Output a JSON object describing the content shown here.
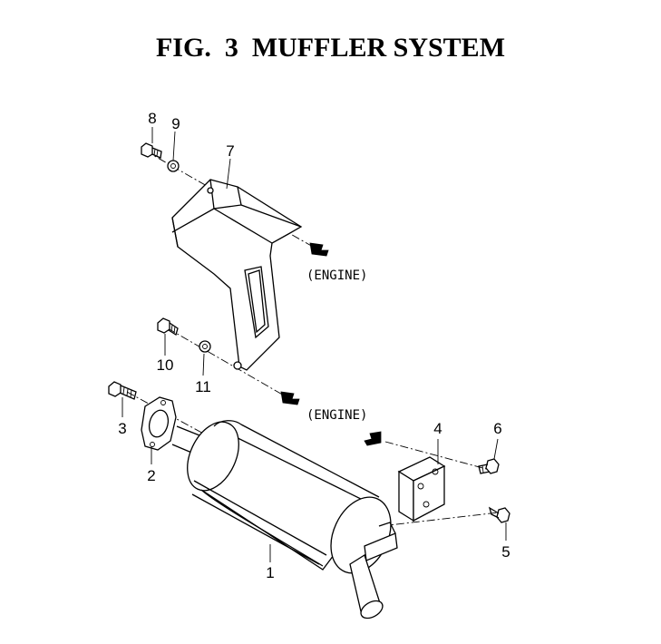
{
  "title": "FIG.  3  MUFFLER SYSTEM",
  "parts": [
    {
      "number": "1",
      "name": "muffler"
    },
    {
      "number": "2",
      "name": "gasket"
    },
    {
      "number": "3",
      "name": "bolt"
    },
    {
      "number": "4",
      "name": "bracket"
    },
    {
      "number": "5",
      "name": "bolt"
    },
    {
      "number": "6",
      "name": "bolt"
    },
    {
      "number": "7",
      "name": "heat-shield"
    },
    {
      "number": "8",
      "name": "bolt"
    },
    {
      "number": "9",
      "name": "washer"
    },
    {
      "number": "10",
      "name": "bolt"
    },
    {
      "number": "11",
      "name": "washer"
    }
  ],
  "engine_labels": [
    "(ENGINE)",
    "(ENGINE)"
  ]
}
